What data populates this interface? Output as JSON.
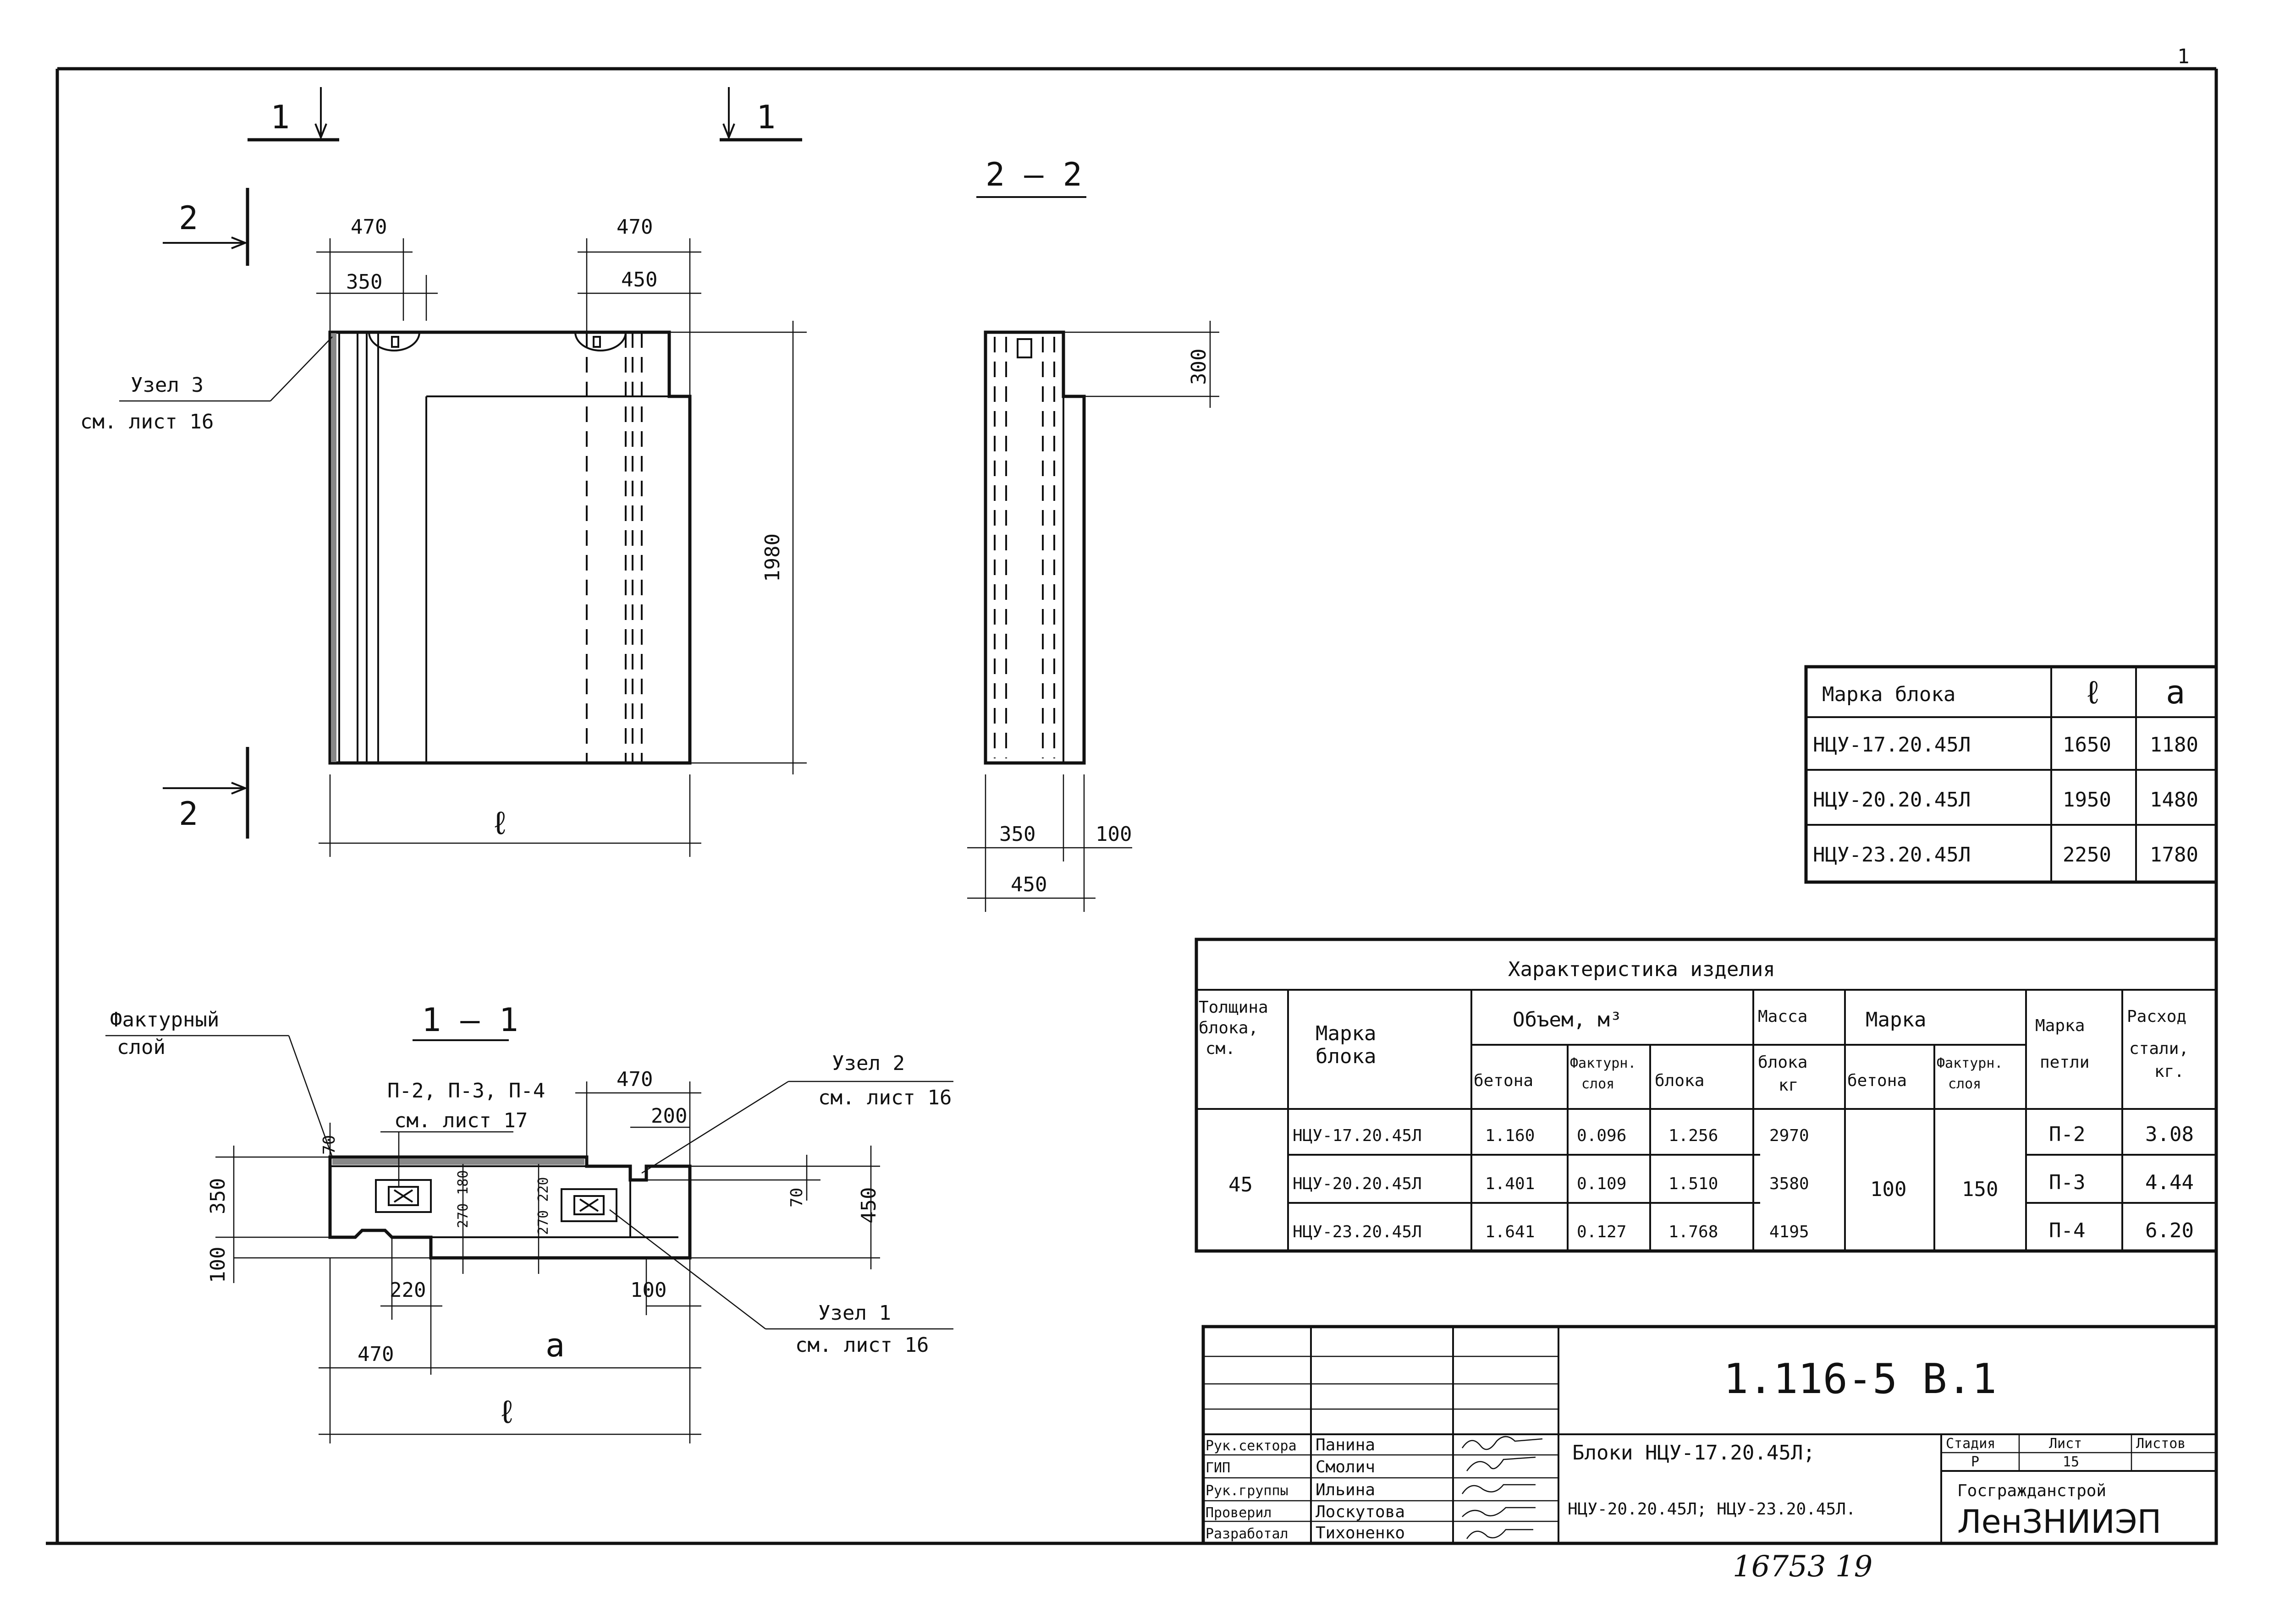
{
  "sheet_number_top": "1",
  "sections": {
    "s1_left": "1",
    "s1_right": "1",
    "s2_top": "2",
    "s2_bottom": "2",
    "view_2_2": "2 – 2",
    "view_1_1": "1 — 1"
  },
  "elevation": {
    "dim_470_left": "470",
    "dim_350": "350",
    "dim_470_right": "470",
    "dim_450": "450",
    "dim_1980": "1980",
    "dim_l": "ℓ",
    "node3_title": "Узел 3",
    "node3_ref": "см. лист 16"
  },
  "section22": {
    "dim_300": "300",
    "dim_350": "350",
    "dim_100": "100",
    "dim_450": "450"
  },
  "section11": {
    "facing_layer_1": "Фактурный",
    "facing_layer_2": "слой",
    "loops_1": "П-2, П-3, П-4",
    "loops_2": "см. лист 17",
    "dim_470_top": "470",
    "dim_200": "200",
    "dim_70_left": "70",
    "dim_350": "350",
    "dim_270_180": "270 180",
    "dim_270_220": "270 220",
    "dim_70_right": "70",
    "dim_450": "450",
    "dim_100_left": "100",
    "dim_220": "220",
    "dim_100_right": "100",
    "dim_470_bottom": "470",
    "dim_a": "a",
    "dim_l": "ℓ",
    "node2_title": "Узел 2",
    "node2_ref": "см. лист 16",
    "node1_title": "Узел 1",
    "node1_ref": "см. лист 16"
  },
  "mark_table": {
    "headers": [
      "Марка блока",
      "ℓ",
      "a"
    ],
    "rows": [
      [
        "НЦУ-17.20.45Л",
        "1650",
        "1180"
      ],
      [
        "НЦУ-20.20.45Л",
        "1950",
        "1480"
      ],
      [
        "НЦУ-23.20.45Л",
        "2250",
        "1780"
      ]
    ]
  },
  "char_table": {
    "title": "Характеристика изделия",
    "h_thickness": [
      "Толщина",
      "блока,",
      "см."
    ],
    "h_mark": [
      "Марка",
      "блока"
    ],
    "h_volume": "Объем, м³",
    "h_vol_concrete": "бетона",
    "h_vol_facing": [
      "Фактурн.",
      "слоя"
    ],
    "h_vol_block": "блока",
    "h_mass": [
      "Масса",
      "блока",
      "кг"
    ],
    "h_grade": "Марка",
    "h_grade_concrete": "бетона",
    "h_grade_facing": [
      "Фактурн.",
      "слоя"
    ],
    "h_loop": [
      "Марка",
      "петли"
    ],
    "h_steel": [
      "Расход",
      "стали,",
      "кг."
    ],
    "thickness": "45",
    "grade_concrete": "100",
    "grade_facing": "150",
    "rows": [
      {
        "mark": "НЦУ-17.20.45Л",
        "v_concrete": "1.160",
        "v_facing": "0.096",
        "v_block": "1.256",
        "mass": "2970",
        "loop": "П-2",
        "steel": "3.08"
      },
      {
        "mark": "НЦУ-20.20.45Л",
        "v_concrete": "1.401",
        "v_facing": "0.109",
        "v_block": "1.510",
        "mass": "3580",
        "loop": "П-3",
        "steel": "4.44"
      },
      {
        "mark": "НЦУ-23.20.45Л",
        "v_concrete": "1.641",
        "v_facing": "0.127",
        "v_block": "1.768",
        "mass": "4195",
        "loop": "П-4",
        "steel": "6.20"
      }
    ]
  },
  "title_block": {
    "doc_code": "1.116-5 В.1",
    "roles": [
      "Рук.сектора",
      "ГИП",
      "Рук.группы",
      "Проверил",
      "Разработал"
    ],
    "names": [
      "Панина",
      "Смолич",
      "Ильина",
      "Лоскутова",
      "Тихоненко"
    ],
    "description_1": "Блоки НЦУ-17.20.45Л;",
    "description_2": "НЦУ-20.20.45Л; НЦУ-23.20.45Л.",
    "stage_label": "Стадия",
    "sheet_label": "Лист",
    "sheets_label": "Листов",
    "stage": "Р",
    "sheet": "15",
    "org_1": "Госгражданстрой",
    "org_2": "ЛенЗНИИЭП"
  },
  "footer_number": "16753 19"
}
